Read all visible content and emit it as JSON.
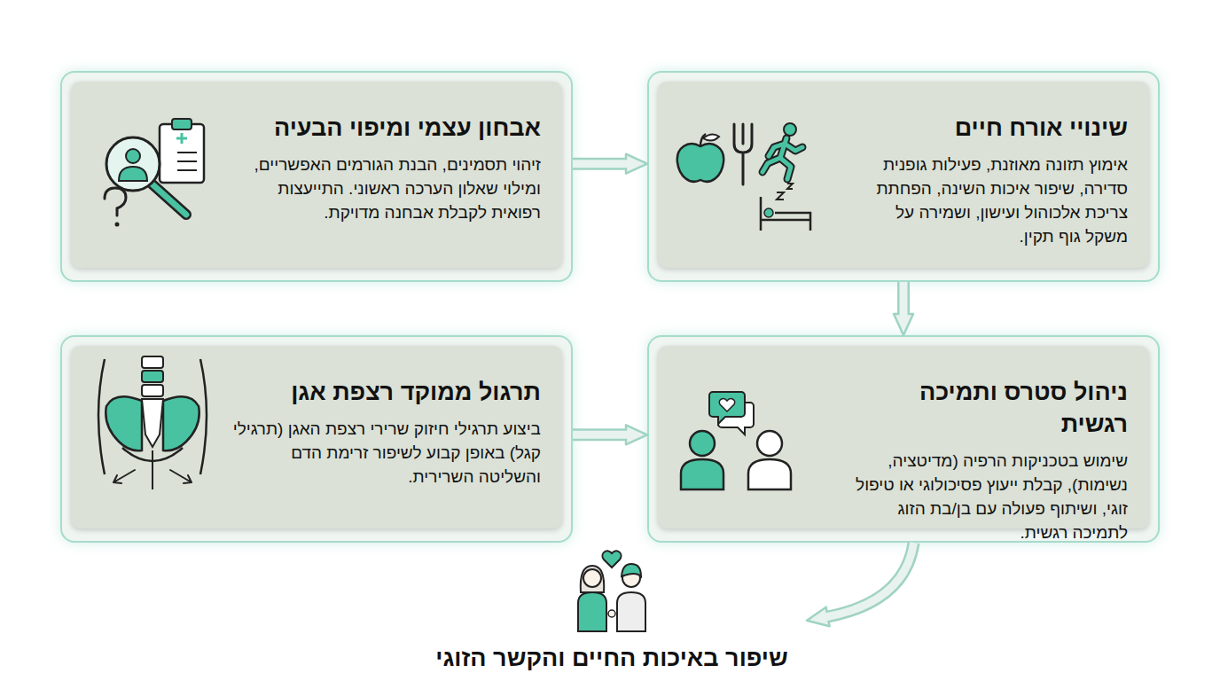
{
  "diagram": {
    "nodes": [
      {
        "text": [
          "שינויי אורח חיים",
          "אימוץ תזונה מאוזנת, פעילות גופנית סדירה, שיפור איכות השינה, הפחתת צריכת אלכוהול ועישון, ושמירה על משקל גוף תקין."
        ]
      },
      {
        "text": [
          "אבחון עצמי ומיפוי הבעיה",
          "זיהוי תסמינים, הבנת הגורמים האפשריים, ומילוי שאלון הערכה ראשוני. התייעצות רפואית לקבלת אבחנה מדויקת."
        ]
      },
      {
        "text": [
          "ניהול סטרס ותמיכה רגשית",
          "שימוש בטכניקות הרפיה (מדיטציה, נשימות), קבלת ייעוץ פסיכולוגי או טיפול זוגי, ושיתוף פעולה עם בן/בת הזוג לתמיכה רגשית."
        ]
      },
      {
        "text": [
          "תרגול ממוקד רצפת אגן",
          "ביצוע תרגילי חיזוק שרירי רצפת האגן (תרגילי קגל) באופן קבוע לשיפור זרימת הדם והשליטה השרירית."
        ]
      },
      {
        "text": [
          "שיפור באיכות החיים והקשר הזוגי"
        ]
      }
    ],
    "edges": [
      {
        "from": 1,
        "to": 0,
        "arrow": "to"
      },
      {
        "from": 0,
        "to": 2,
        "arrow": "to"
      },
      {
        "from": 3,
        "to": 2,
        "arrow": "to"
      },
      {
        "from": 2,
        "to": 4,
        "arrow": "to"
      }
    ]
  }
}
